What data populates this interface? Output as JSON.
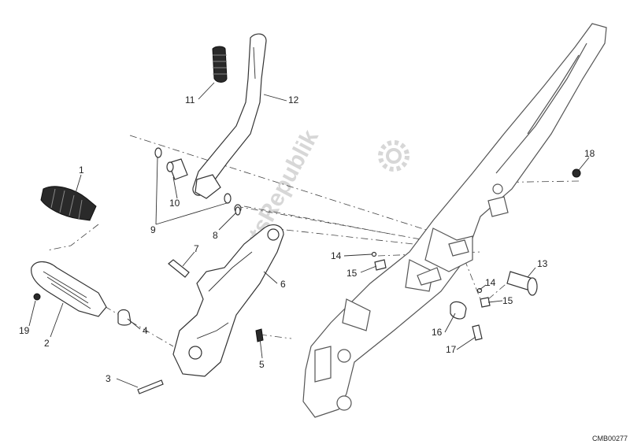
{
  "watermark": "PartsRepublik",
  "drawing_code": "CMB00277",
  "callouts": [
    "1",
    "2",
    "3",
    "4",
    "5",
    "6",
    "7",
    "8",
    "9",
    "10",
    "11",
    "12",
    "13",
    "14",
    "14",
    "15",
    "15",
    "16",
    "17",
    "18",
    "19"
  ]
}
